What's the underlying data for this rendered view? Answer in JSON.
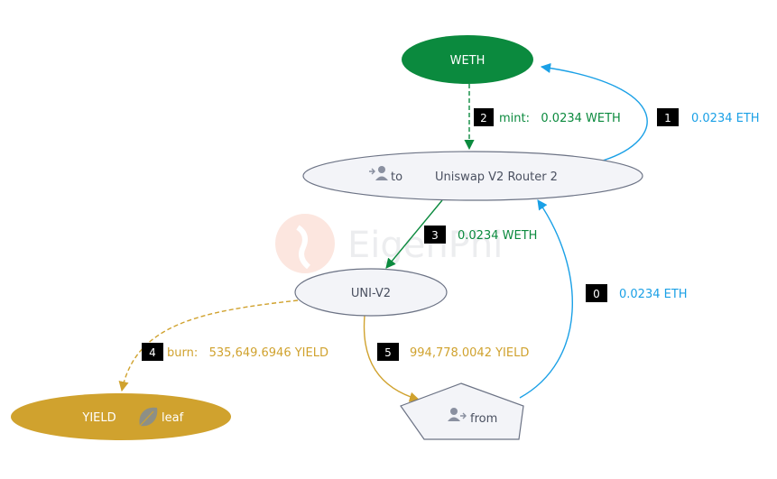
{
  "watermark": {
    "text": "EigenPhi"
  },
  "colors": {
    "weth": "#0b8a3e",
    "eth": "#1aa0e6",
    "yield": "#d0a22e",
    "node_fill": "#f3f4f8",
    "node_stroke": "#6c7385",
    "badge": "#000000"
  },
  "nodes": {
    "weth": {
      "label": "WETH"
    },
    "router": {
      "prefix": "to",
      "label": "Uniswap V2 Router 2",
      "icon": "user-arrow-in-icon"
    },
    "univ2": {
      "label": "UNI-V2"
    },
    "yield": {
      "label": "YIELD",
      "suffix": "leaf",
      "icon": "leaf-icon"
    },
    "from": {
      "label": "from",
      "icon": "user-arrow-out-icon"
    }
  },
  "edges": [
    {
      "index": "0",
      "text": "0.0234 ETH"
    },
    {
      "index": "1",
      "text": "0.0234 ETH"
    },
    {
      "index": "2",
      "text": "mint:   0.0234 WETH"
    },
    {
      "index": "3",
      "text": "0.0234 WETH"
    },
    {
      "index": "4",
      "text": "burn:   535,649.6946 YIELD"
    },
    {
      "index": "5",
      "text": "994,778.0042 YIELD"
    }
  ]
}
